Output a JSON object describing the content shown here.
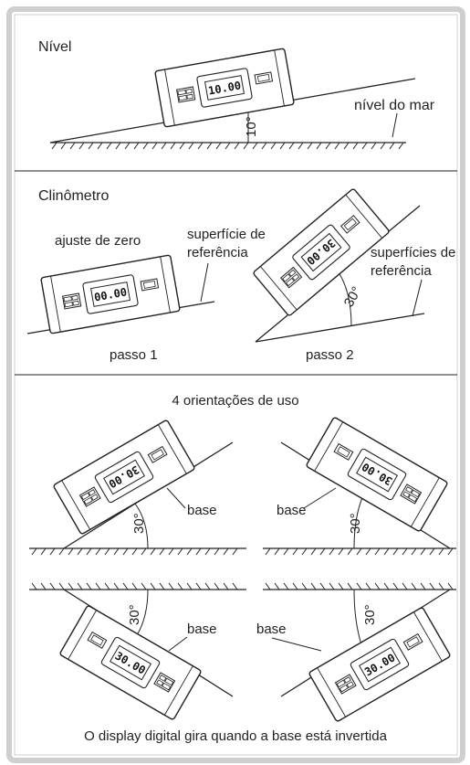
{
  "sections": {
    "nivel": {
      "title": "Nível",
      "display": "10.00",
      "angle": "10°",
      "sea_level": "nível do mar"
    },
    "clinometro": {
      "title": "Clinômetro",
      "zero_label": "ajuste de zero",
      "ref_surface": [
        "superfície de",
        "referência"
      ],
      "display_step1": "00.00",
      "step1": "passo 1",
      "ref_surfaces": [
        "superfícies de",
        "referência"
      ],
      "display_step2": "30.00",
      "angle": "30°",
      "step2": "passo 2"
    },
    "orientacoes": {
      "title": "4 orientações de uso",
      "base_label": "base",
      "angle": "30°",
      "display": "30.00",
      "caption": "O display digital gira quando a base está invertida"
    }
  },
  "colors": {
    "frame": "#cfcfcf",
    "line": "#222222",
    "background": "#ffffff"
  }
}
